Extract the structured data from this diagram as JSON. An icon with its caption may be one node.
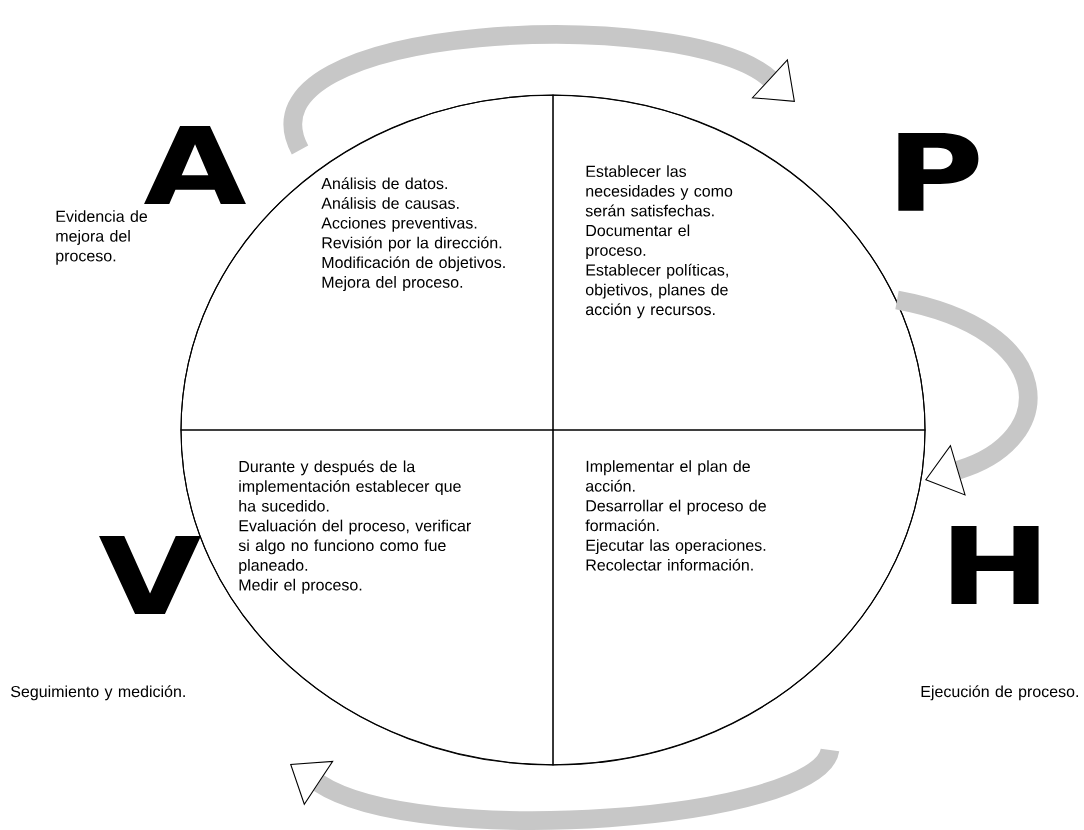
{
  "diagram": {
    "nodes": [
      {
        "text": [],
        "shape": "circle"
      },
      {
        "text": [
          "Análisis de datos.",
          "Análisis de causas.",
          "Acciones preventivas.",
          "Revisión por la dirección.",
          "Modificación de objetivos.",
          "Mejora del proceso."
        ],
        "in": 0
      },
      {
        "text": [
          "Establecer las necesidades y como serán satisfechas.",
          "Documentar el proceso.",
          "Establecer políticas, objetivos, planes de acción y recursos."
        ],
        "in": 0
      },
      {
        "text": [
          "Durante y después de la implementación establecer que ha sucedido.",
          "Evaluación del proceso, verificar si algo no funciono como fue planeado.",
          "Medir el proceso."
        ],
        "in": 0
      },
      {
        "text": [
          "Implementar el plan de acción.",
          "Desarrollar el proceso de formación.",
          "Ejecutar las operaciones.",
          "Recolectar información."
        ],
        "in": 0
      }
    ],
    "edges": [
      {
        "from": 1,
        "to": 2,
        "arrow": "to"
      },
      {
        "from": 2,
        "to": 4,
        "arrow": "to"
      },
      {
        "from": 4,
        "to": 3,
        "arrow": "to"
      }
    ],
    "labels": [
      "A",
      "P",
      "Evidencia de mejora del proceso.",
      "H",
      "V",
      "Seguimiento y medición.",
      "Ejecución de proceso."
    ]
  }
}
